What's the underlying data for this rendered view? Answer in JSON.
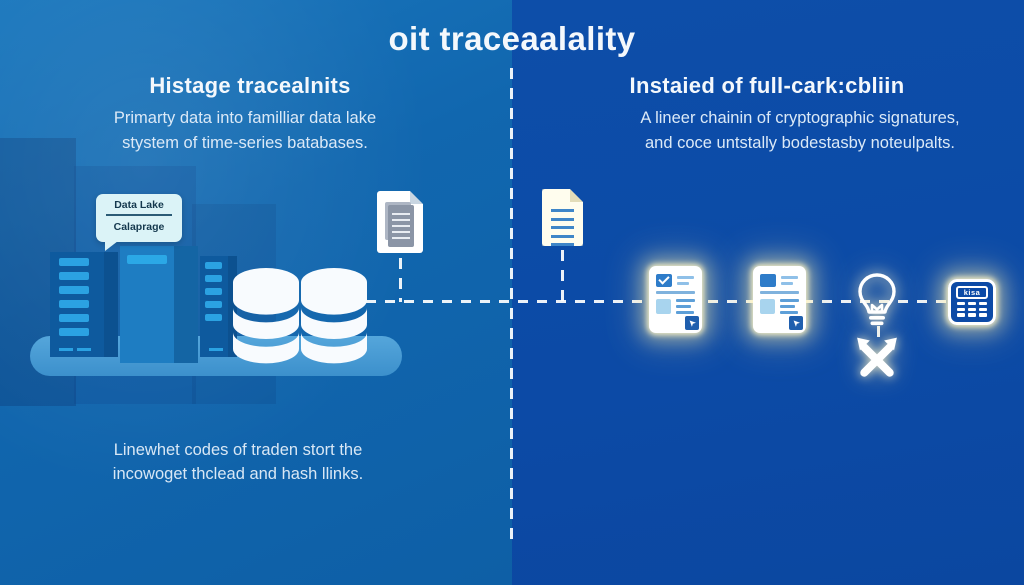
{
  "title": "oit traceaalality",
  "left": {
    "heading": "Histage tracealnits",
    "body1": "Primarty data into familliar data lake",
    "body2": "stystem of time-series batabases.",
    "bubble_line1": "Data Lake",
    "bubble_line2": "Calaprage",
    "footer1": "Linewhet codes of traden stort the",
    "footer2": "incowoget thclead and hash llinks."
  },
  "right": {
    "heading": "Instaied of full-cark:cbliin",
    "body1": "A lineer chainin of cryptographic signatures,",
    "body2": "and coce untstally bodestasby noteulpalts.",
    "calculator_display": "kisa"
  },
  "colors": {
    "left_bg": "#1167af",
    "right_bg": "#0c4aa6",
    "platform": "#4498d2",
    "server_front": "#0e5a9e",
    "server_slat": "#2ba2e2",
    "bubble_bg": "#dbf3f7",
    "glow": "#fff3b4",
    "accent_blue": "#2e7cc9",
    "white": "#ffffff"
  },
  "icons": {
    "server-rack-icon": "css-rack-shape",
    "database-cylinder-icon": "svg-cylinder",
    "speech-bubble": "css-bubble",
    "document-icon": "css-doc-folded-corner",
    "glowing-document-icon": "css-doc-folded-corner-glow",
    "checklist-card-icon": "css-card",
    "lightbulb-icon": "svg-bulb",
    "crossed-tools-icon": "css-crossed-bars",
    "calculator-icon": "css-calculator",
    "cursor-arrow-icon": "➤"
  }
}
